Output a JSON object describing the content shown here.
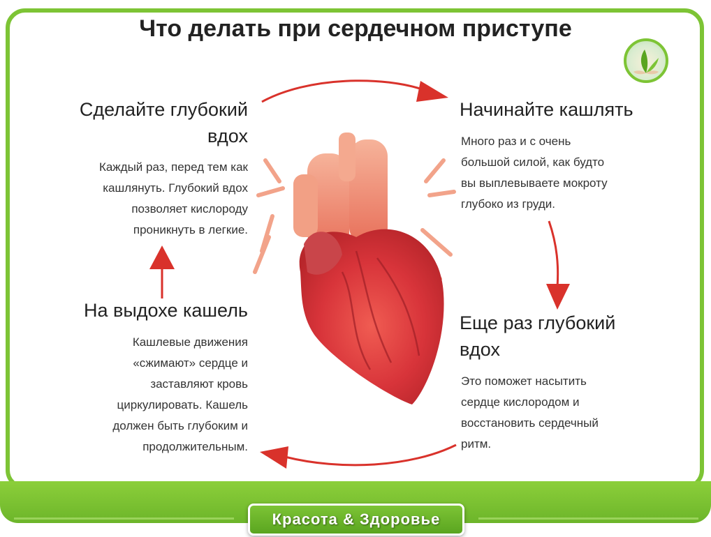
{
  "title": "Что делать при сердечном приступе",
  "steps": [
    {
      "heading_line1": "Сделайте глубокий",
      "heading_line2": "вдох",
      "text": [
        "Каждый раз, перед тем как",
        "кашлянуть. Глубокий вдох",
        "позволяет кислороду",
        "проникнуть в легкие."
      ]
    },
    {
      "heading_line1": "Начинайте кашлять",
      "text": [
        "Много раз и с очень",
        "большой силой, как будто",
        "вы выплевываете мокроту",
        "глубоко из груди."
      ]
    },
    {
      "heading_line1": "Еще раз глубокий",
      "heading_line2": "вдох",
      "text": [
        "Это поможет насытить",
        "сердце кислородом и",
        "восстановить сердечный",
        "ритм."
      ]
    },
    {
      "heading_line1": "На выдохе кашель",
      "text": [
        "Кашлевые движения",
        "«сжимают» сердце и",
        "заставляют кровь",
        "циркулировать. Кашель",
        "должен быть глубоким и",
        "продолжительным."
      ]
    }
  ],
  "brand": "Красота & Здоровье",
  "colors": {
    "accent_green": "#7dc435",
    "arrow_red": "#d9322b",
    "heart_red": "#d8343a"
  },
  "icons": {
    "logo": "leaf-hands-logo-icon",
    "arrows": "cycle-arrow-icon",
    "heart": "heart-illustration-icon"
  }
}
